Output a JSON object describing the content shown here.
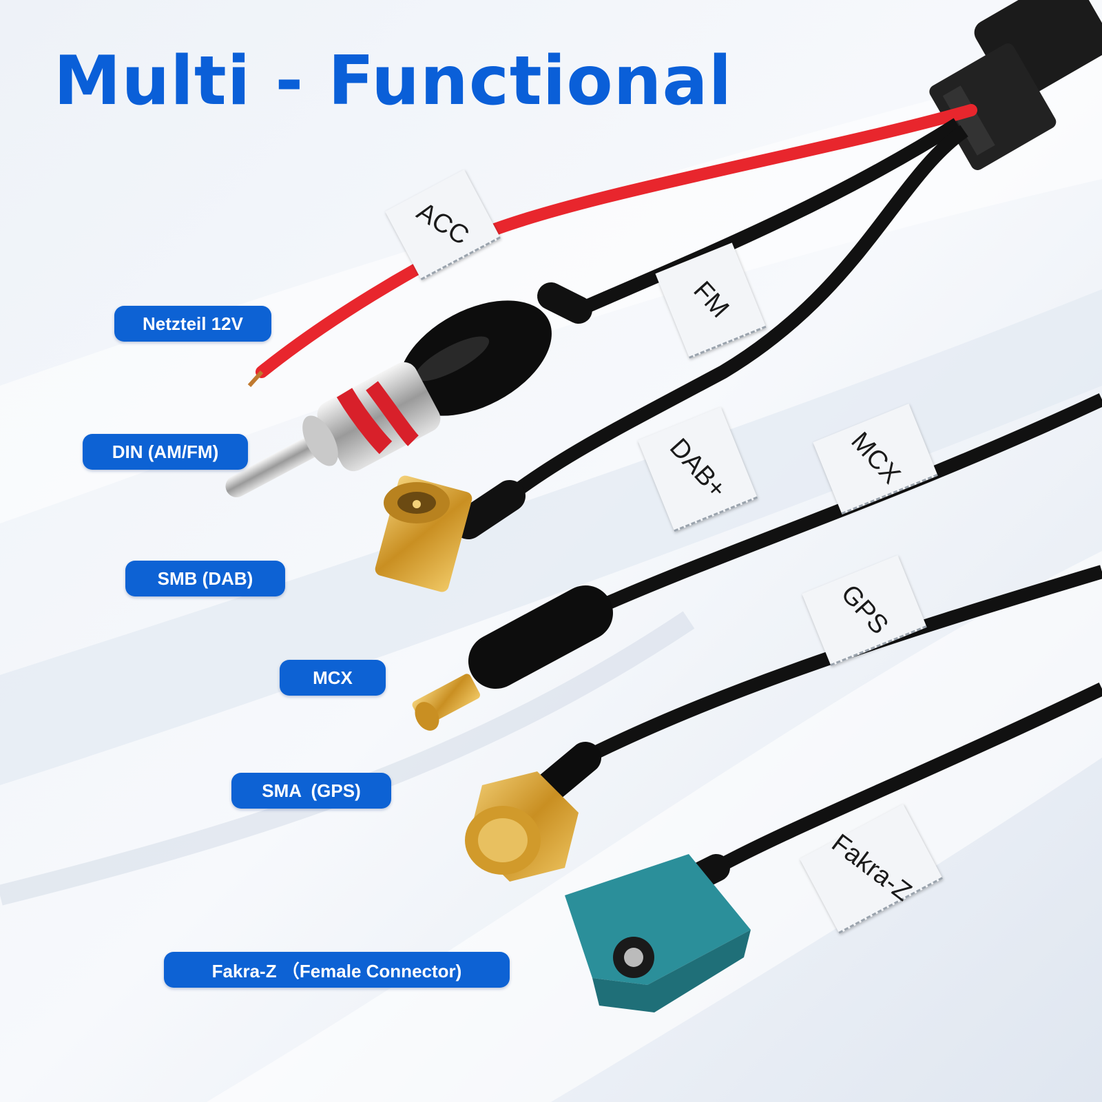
{
  "title": "Multi - Functional",
  "labels": [
    "Netzteil 12V",
    "DIN (AM/FM)",
    "SMB (DAB)",
    "MCX",
    "SMA  (GPS)",
    "Fakra-Z （Female Connector)"
  ],
  "wire_tags": [
    "ACC",
    "FM",
    "DAB+",
    "MCX",
    "GPS",
    "Fakra-Z"
  ],
  "colors": {
    "accent": "#0d62d4",
    "title": "#0a5fd8",
    "red_wire": "#e8262d",
    "cable": "#111111",
    "gold": "#d9a530",
    "fakra_teal": "#2b8f9a"
  }
}
